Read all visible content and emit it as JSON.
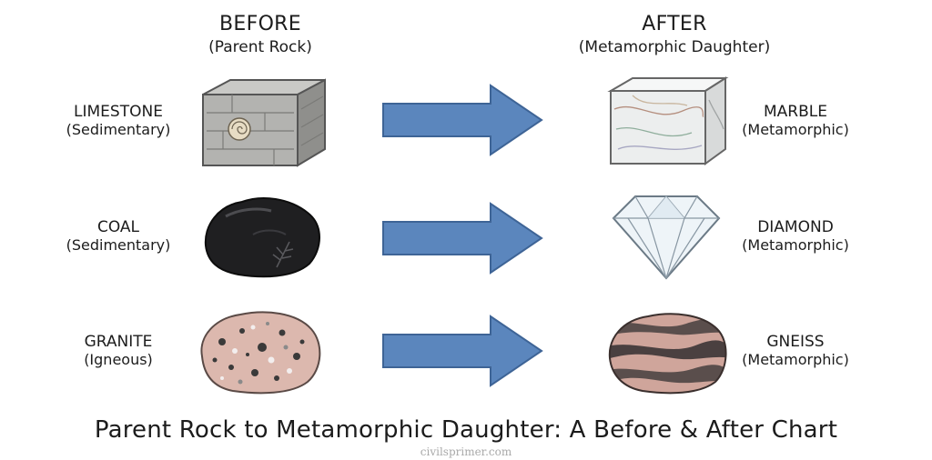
{
  "header": {
    "before_title": "BEFORE",
    "before_subtitle": "(Parent Rock)",
    "after_title": "AFTER",
    "after_subtitle": "(Metamorphic Daughter)"
  },
  "rows": [
    {
      "parent": {
        "name": "LIMESTONE",
        "type": "(Sedimentary)",
        "image": "limestone-block-icon"
      },
      "daughter": {
        "name": "MARBLE",
        "type": "(Metamorphic)",
        "image": "marble-block-icon"
      }
    },
    {
      "parent": {
        "name": "COAL",
        "type": "(Sedimentary)",
        "image": "coal-lump-icon"
      },
      "daughter": {
        "name": "DIAMOND",
        "type": "(Metamorphic)",
        "image": "diamond-icon"
      }
    },
    {
      "parent": {
        "name": "GRANITE",
        "type": "(Igneous)",
        "image": "granite-rock-icon"
      },
      "daughter": {
        "name": "GNEISS",
        "type": "(Metamorphic)",
        "image": "gneiss-rock-icon"
      }
    }
  ],
  "caption": "Parent Rock to Metamorphic Daughter: A Before & After Chart",
  "watermark": "civilsprimer.com",
  "colors": {
    "arrow_fill": "#5b86bd",
    "arrow_stroke": "#3e6496",
    "text": "#1c1c1c"
  }
}
